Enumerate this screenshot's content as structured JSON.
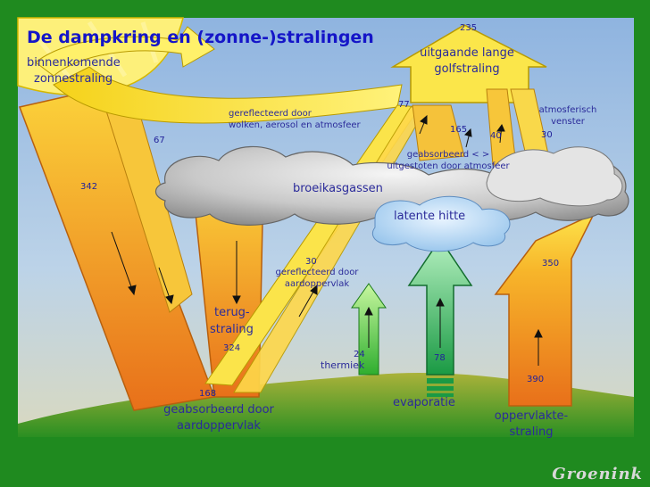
{
  "title": "De dampkring en (zonne-)stralingen",
  "labels": {
    "incoming": [
      "binnenkomende",
      "zonnestraling"
    ],
    "outgoing": [
      "uitgaande lange",
      "golfstraling"
    ],
    "reflected_clouds": [
      "gereflecteerd door",
      "wolken, aerosol en atmosfeer"
    ],
    "window": [
      "atmosferisch",
      "venster"
    ],
    "absorbed_atm": [
      "geabsorbeerd < >",
      "uitgestoten door atmosfeer"
    ],
    "greenhouse": "broeikasgassen",
    "latent": "latente hitte",
    "reflected_surface": [
      "gereflecteerd door",
      "aardoppervlak"
    ],
    "back_radiation": [
      "terug-",
      "straling"
    ],
    "thermals": "thermiek",
    "evaporation": "evaporatie",
    "absorbed_surface": [
      "geabsorbeerd door",
      "aardoppervlak"
    ],
    "surface_radiation": [
      "oppervlakte-",
      "straling"
    ]
  },
  "values": {
    "v235": "235",
    "v77": "77",
    "v165": "165",
    "v40": "40",
    "v30a": "30",
    "v67": "67",
    "v342": "342",
    "v30b": "30",
    "v350": "350",
    "v324": "324",
    "v24": "24",
    "v78": "78",
    "v390": "390",
    "v168": "168"
  },
  "brand": "Groenink",
  "colors": {
    "background": "#1f8a1f",
    "sky": "#a8c8e8",
    "text": "#22229a",
    "title": "#1515c8"
  }
}
